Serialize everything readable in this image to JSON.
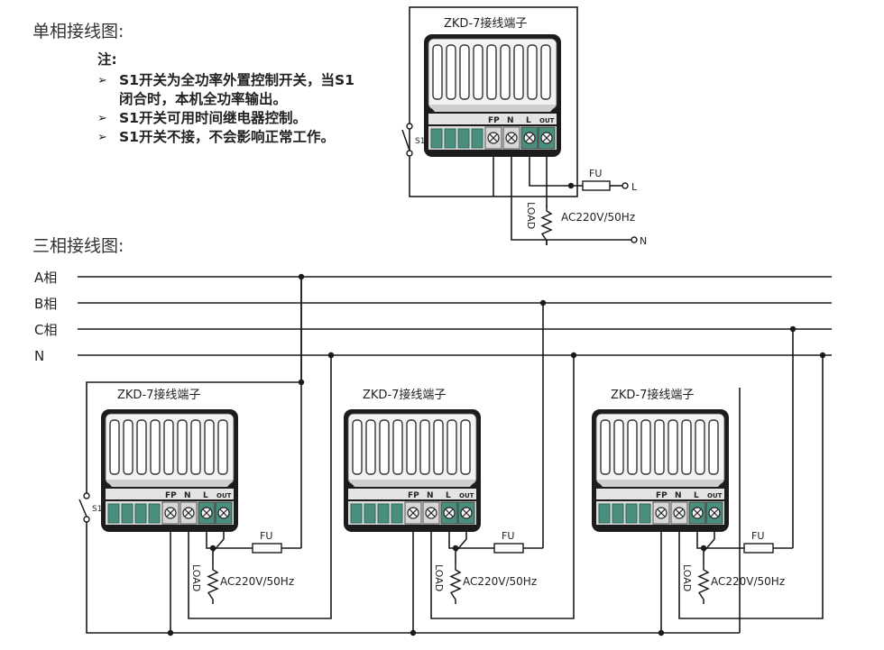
{
  "headings": {
    "single_phase": "单相接线图:",
    "three_phase": "三相接线图:"
  },
  "notes": {
    "title": "注:",
    "bullet_glyph": "➢",
    "items": [
      "S1开关为全功率外置控制开关，当S1闭合时，本机全功率输出。",
      "S1开关可用时间继电器控制。",
      "S1开关不接，不会影响正常工作。"
    ]
  },
  "terminal_block": {
    "title": "ZKD-7接线端子",
    "terminals": [
      "FP",
      "N",
      "L",
      "OUT"
    ]
  },
  "labels": {
    "switch": "S1",
    "fuse": "FU",
    "load": "LOAD",
    "supply": "AC220V/50Hz",
    "line": "L",
    "neutral": "N"
  },
  "phases": [
    "A相",
    "B相",
    "C相",
    "N"
  ],
  "colors": {
    "line": "#1a1a1a",
    "terminal_teal": "#4a8f7e",
    "terminal_dark": "#2f6a5c",
    "body_gray": "#e6e6e6"
  }
}
